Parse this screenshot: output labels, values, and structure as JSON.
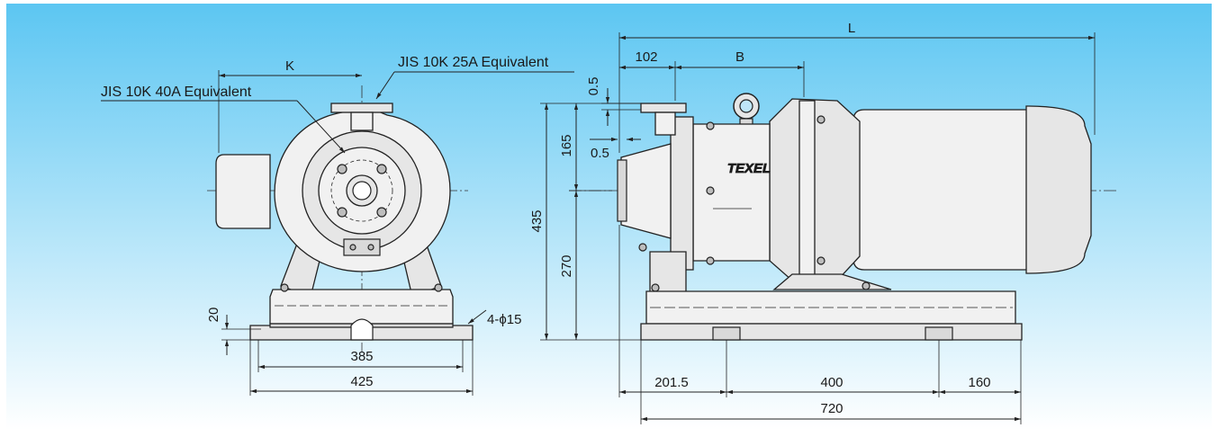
{
  "labels": {
    "jis_25a": "JIS 10K 25A Equivalent",
    "jis_40a": "JIS 10K 40A Equivalent",
    "brand": "TEXEL",
    "holes": "4-ϕ15"
  },
  "front_dims": {
    "K": "K",
    "d20": "20",
    "d385": "385",
    "d425": "425"
  },
  "side_dims": {
    "L": "L",
    "d102": "102",
    "B": "B",
    "d05_top": "0.5",
    "d05_mid": "0.5",
    "d165": "165",
    "d435": "435",
    "d270": "270",
    "d2015": "201.5",
    "d400": "400",
    "d160": "160",
    "d720": "720"
  },
  "colors": {
    "bg_top": "#5cc6f2",
    "bg_bottom": "#ffffff"
  }
}
